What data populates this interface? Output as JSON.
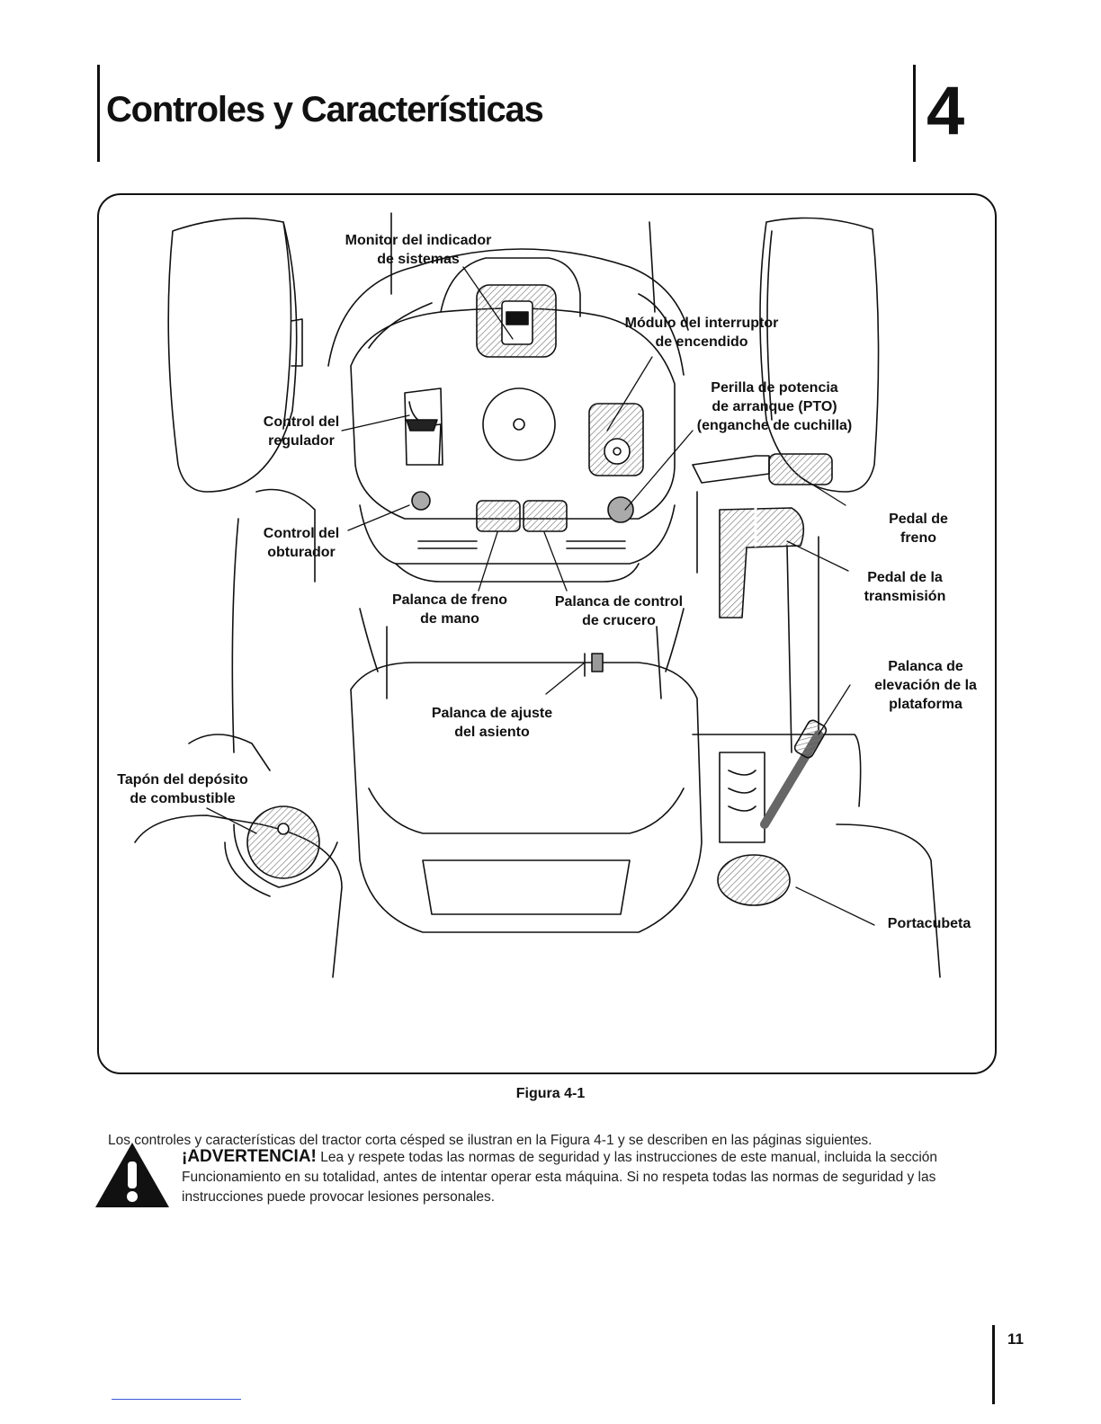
{
  "header": {
    "title": "Controles y Características",
    "chapter_number": "4"
  },
  "figure": {
    "caption": "Figura 4-1",
    "labels": {
      "monitor": [
        "Monitor del indicador",
        "de sistemas"
      ],
      "ignition_module": [
        "Módulo del interruptor",
        "de encendido"
      ],
      "pto_knob": [
        "Perilla de potencia",
        "de arranque (PTO)",
        "(enganche de cuchilla)"
      ],
      "throttle": [
        "Control del",
        "regulador"
      ],
      "choke": [
        "Control del",
        "obturador"
      ],
      "brake_pedal": [
        "Pedal de",
        "freno"
      ],
      "transmission_pedal": [
        "Pedal de la",
        "transmisión"
      ],
      "parking_brake": [
        "Palanca de freno",
        "de mano"
      ],
      "cruise_control": [
        "Palanca de control",
        "de crucero"
      ],
      "seat_adjust": [
        "Palanca de ajuste",
        "del asiento"
      ],
      "deck_lift": [
        "Palanca de",
        "elevación de la",
        "plataforma"
      ],
      "fuel_cap": [
        "Tapón del depósito",
        "de combustible"
      ],
      "cup_holder": [
        "Portacubeta"
      ]
    }
  },
  "intro_text": "Los controles y características del tractor corta césped se ilustran en la Figura 4-1 y se describen en las páginas siguientes.",
  "warning": {
    "icon": "warning-triangle-icon",
    "title": "¡ADVERTENCIA!",
    "body": "Lea y respete todas las normas de seguridad y las instrucciones de este manual, incluida la sección Funcionamiento en su totalidad, antes de intentar operar esta máquina. Si no respeta todas las normas de seguridad y las instrucciones puede provocar lesiones personales."
  },
  "page_number": "11"
}
